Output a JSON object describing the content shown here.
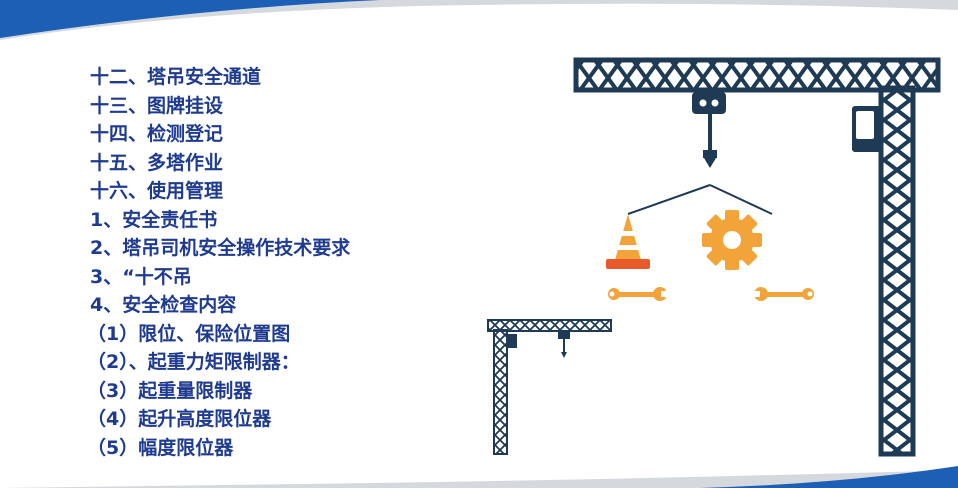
{
  "outline": [
    "十二、塔吊安全通道",
    "十三、图牌挂设",
    "十四、检测登记",
    "十五、多塔作业",
    "十六、使用管理",
    "1、安全责任书",
    "2、塔吊司机安全操作技术要求",
    "3、“十不吊",
    "4、安全检查内容",
    "（1）限位、保险位置图",
    "（2）、起重力矩限制器：",
    "（3）起重量限制器",
    "（4）起升高度限位器",
    "（5）幅度限位器"
  ],
  "colors": {
    "text": "#1f3b8f",
    "band_blue": "#1c5fb4",
    "band_grey": "#cfd3d8",
    "crane": "#1e3a55",
    "accent_orange": "#f2a33a",
    "accent_red": "#e85a2a"
  },
  "illustration": {
    "icons": [
      "crane-large-icon",
      "crane-small-icon",
      "traffic-cone-icon",
      "gear-icon",
      "wrench-icon"
    ]
  }
}
